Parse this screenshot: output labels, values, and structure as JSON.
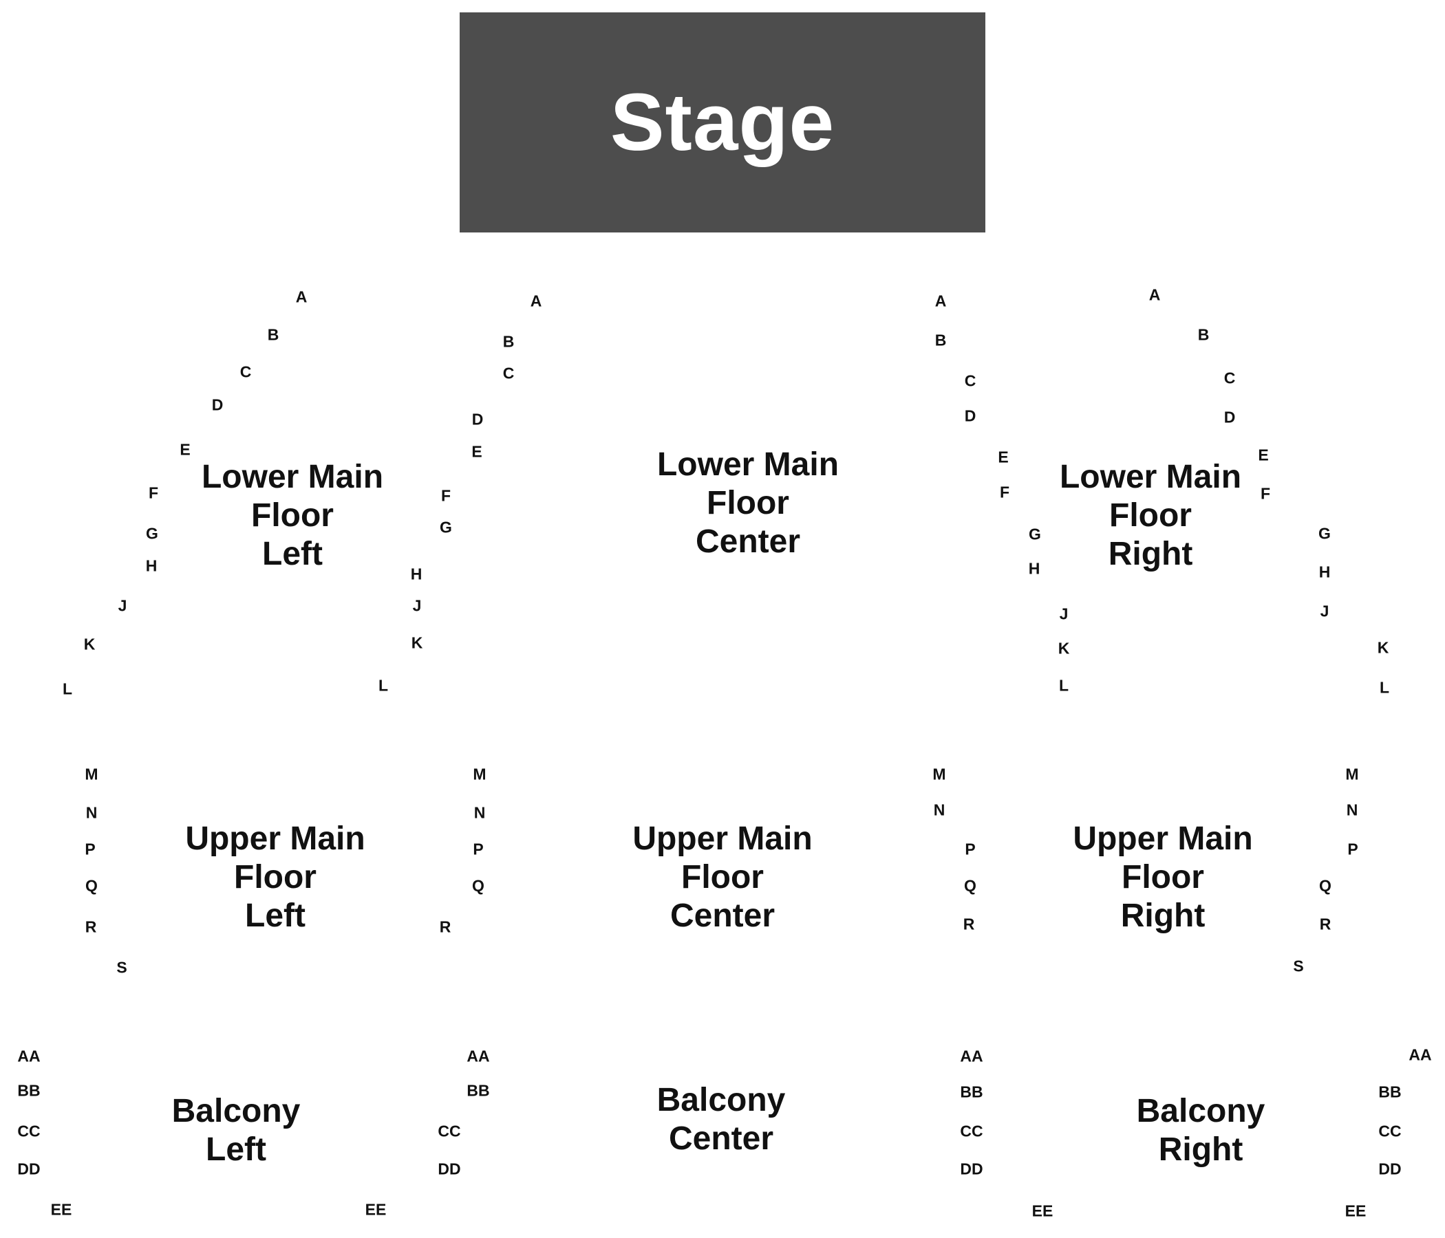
{
  "stage": {
    "label": "Stage"
  },
  "sections": [
    {
      "id": "lower-main-floor-left",
      "lines": [
        "Lower Main",
        "Floor",
        "Left"
      ],
      "rows": [
        "A",
        "B",
        "C",
        "D",
        "E",
        "F",
        "G",
        "H",
        "J",
        "K",
        "L",
        "H",
        "J",
        "K",
        "L",
        "A",
        "B",
        "C",
        "D",
        "E",
        "F",
        "G"
      ]
    },
    {
      "id": "lower-main-floor-center",
      "lines": [
        "Lower Main",
        "Floor",
        "Center"
      ],
      "rows": []
    },
    {
      "id": "lower-main-floor-right",
      "lines": [
        "Lower Main",
        "Floor",
        "Right"
      ],
      "rows": [
        "A",
        "B",
        "C",
        "D",
        "E",
        "F",
        "G",
        "H",
        "J",
        "K",
        "L",
        "A",
        "B",
        "C",
        "D",
        "E",
        "F",
        "G",
        "H",
        "J",
        "K",
        "L"
      ]
    },
    {
      "id": "upper-main-floor-left",
      "lines": [
        "Upper Main",
        "Floor",
        "Left"
      ],
      "rows": [
        "M",
        "N",
        "P",
        "Q",
        "R",
        "S",
        "M",
        "N",
        "P",
        "Q",
        "R"
      ]
    },
    {
      "id": "upper-main-floor-center",
      "lines": [
        "Upper Main",
        "Floor",
        "Center"
      ],
      "rows": []
    },
    {
      "id": "upper-main-floor-right",
      "lines": [
        "Upper Main",
        "Floor",
        "Right"
      ],
      "rows": [
        "M",
        "N",
        "P",
        "Q",
        "R",
        "M",
        "N",
        "P",
        "Q",
        "R",
        "S"
      ]
    },
    {
      "id": "balcony-left",
      "lines": [
        "Balcony",
        "Left"
      ],
      "rows": [
        "AA",
        "BB",
        "CC",
        "DD",
        "EE",
        "AA",
        "BB",
        "CC",
        "DD",
        "EE"
      ]
    },
    {
      "id": "balcony-center",
      "lines": [
        "Balcony",
        "Center"
      ],
      "rows": []
    },
    {
      "id": "balcony-right",
      "lines": [
        "Balcony",
        "Right"
      ],
      "rows": [
        "AA",
        "BB",
        "CC",
        "DD",
        "EE",
        "AA",
        "BB",
        "CC",
        "DD",
        "EE"
      ]
    }
  ]
}
